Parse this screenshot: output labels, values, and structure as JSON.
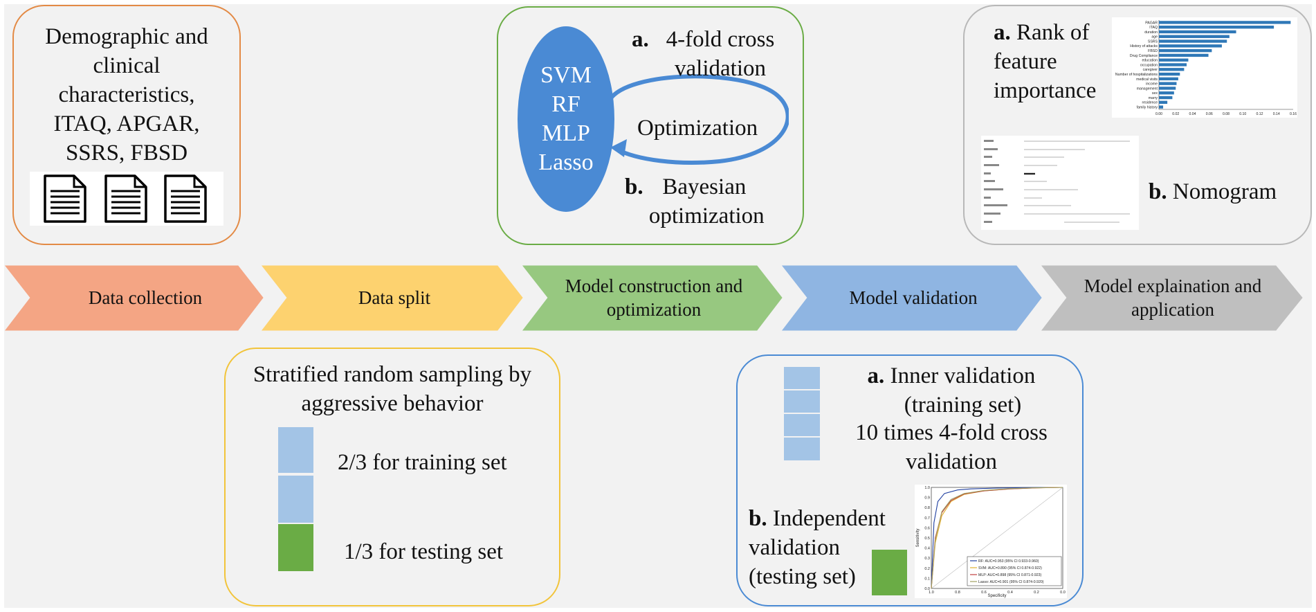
{
  "colors": {
    "data_collection": "#f4a584",
    "data_split": "#fdd26f",
    "model_construction": "#97c880",
    "model_validation": "#8fb5e2",
    "model_explanation": "#bfbfbf",
    "oval": "#4a8ad4",
    "train_segment": "#a3c4e6",
    "test_segment": "#6aac45",
    "bar": "#2f78b7"
  },
  "stages": [
    {
      "label": "Data collection"
    },
    {
      "label": "Data split"
    },
    {
      "label": "Model construction and optimization"
    },
    {
      "label": "Model validation"
    },
    {
      "label": "Model explaination and application"
    }
  ],
  "collection": {
    "text": "Demographic and clinical characteristics, ITAQ, APGAR, SSRS, FBSD",
    "icons": [
      "document-icon",
      "document-icon",
      "document-icon"
    ]
  },
  "construction": {
    "models": [
      "SVM",
      "RF",
      "MLP",
      "Lasso"
    ],
    "step_a_letter": "a.",
    "step_a": "4-fold cross validation",
    "loop_label": "Optimization",
    "step_b_letter": "b.",
    "step_b": "Bayesian optimization"
  },
  "explanation": {
    "a_letter": "a.",
    "a_text": "Rank of feature importance",
    "b_letter": "b.",
    "b_text": "Nomogram",
    "feature_chart": {
      "type": "bar",
      "categories": [
        "PAGAR",
        "ITAQ",
        "duration",
        "age",
        "SSRS",
        "History of attacks",
        "FBSD",
        "Drug Compliance",
        "education",
        "occupation",
        "caregiver",
        "Number of hospitalizations",
        "medical visits",
        "income",
        "management",
        "sex",
        "marry",
        "residence",
        "family history"
      ],
      "values": [
        0.157,
        0.137,
        0.092,
        0.084,
        0.081,
        0.075,
        0.063,
        0.059,
        0.035,
        0.033,
        0.03,
        0.025,
        0.023,
        0.021,
        0.02,
        0.018,
        0.016,
        0.01,
        0.005
      ],
      "xlim": [
        0,
        0.16
      ],
      "xticks": [
        "0.00",
        "0.02",
        "0.04",
        "0.06",
        "0.08",
        "0.10",
        "0.12",
        "0.14",
        "0.16"
      ]
    }
  },
  "split": {
    "title": "Stratified random sampling by aggressive behavior",
    "train_label": "2/3 for training set",
    "test_label": "1/3 for testing set"
  },
  "validation": {
    "a_letter": "a.",
    "a_text": "Inner validation (training set)",
    "a_detail": "10 times 4-fold cross validation",
    "b_letter": "b.",
    "b_text": "Independent validation (testing set)",
    "roc_chart": {
      "type": "line",
      "xlabel": "Specificity",
      "ylabel": "Sensitivity",
      "x_reversed": true,
      "xticks": [
        "1.0",
        "0.8",
        "0.6",
        "0.4",
        "0.2",
        "0.0"
      ],
      "yticks": [
        "1.0",
        "0.9",
        "0.8",
        "0.7",
        "0.6",
        "0.5",
        "0.4",
        "0.3",
        "0.2",
        "0.1",
        "0.0"
      ],
      "series": [
        {
          "name": "RF: AUC=0.953 (95% CI 0.933-0.960)",
          "color": "#1f3fa0",
          "fpr": [
            0,
            0.02,
            0.05,
            0.1,
            0.2,
            0.3,
            0.5,
            0.7,
            1
          ],
          "tpr": [
            0,
            0.65,
            0.86,
            0.94,
            0.975,
            0.985,
            0.993,
            0.998,
            1
          ]
        },
        {
          "name": "SVM: AUC=0.890 (95% CI 0.874-0.922)",
          "color": "#e0b030",
          "fpr": [
            0,
            0.03,
            0.08,
            0.15,
            0.25,
            0.4,
            0.6,
            0.8,
            1
          ],
          "tpr": [
            0,
            0.45,
            0.72,
            0.86,
            0.93,
            0.965,
            0.985,
            0.995,
            1
          ]
        },
        {
          "name": "MLP: AUC=0.898 (95% CI 0.871-0.923)",
          "color": "#c04040",
          "fpr": [
            0,
            0.03,
            0.08,
            0.15,
            0.25,
            0.4,
            0.6,
            0.8,
            1
          ],
          "tpr": [
            0,
            0.5,
            0.75,
            0.87,
            0.935,
            0.965,
            0.985,
            0.995,
            1
          ]
        },
        {
          "name": "Lasso: AUC=0.901 (95% CI 0.874-0.920)",
          "color": "#a0a060",
          "fpr": [
            0,
            0.03,
            0.08,
            0.15,
            0.25,
            0.4,
            0.6,
            0.8,
            1
          ],
          "tpr": [
            0,
            0.48,
            0.76,
            0.88,
            0.94,
            0.97,
            0.988,
            0.996,
            1
          ]
        }
      ]
    }
  }
}
